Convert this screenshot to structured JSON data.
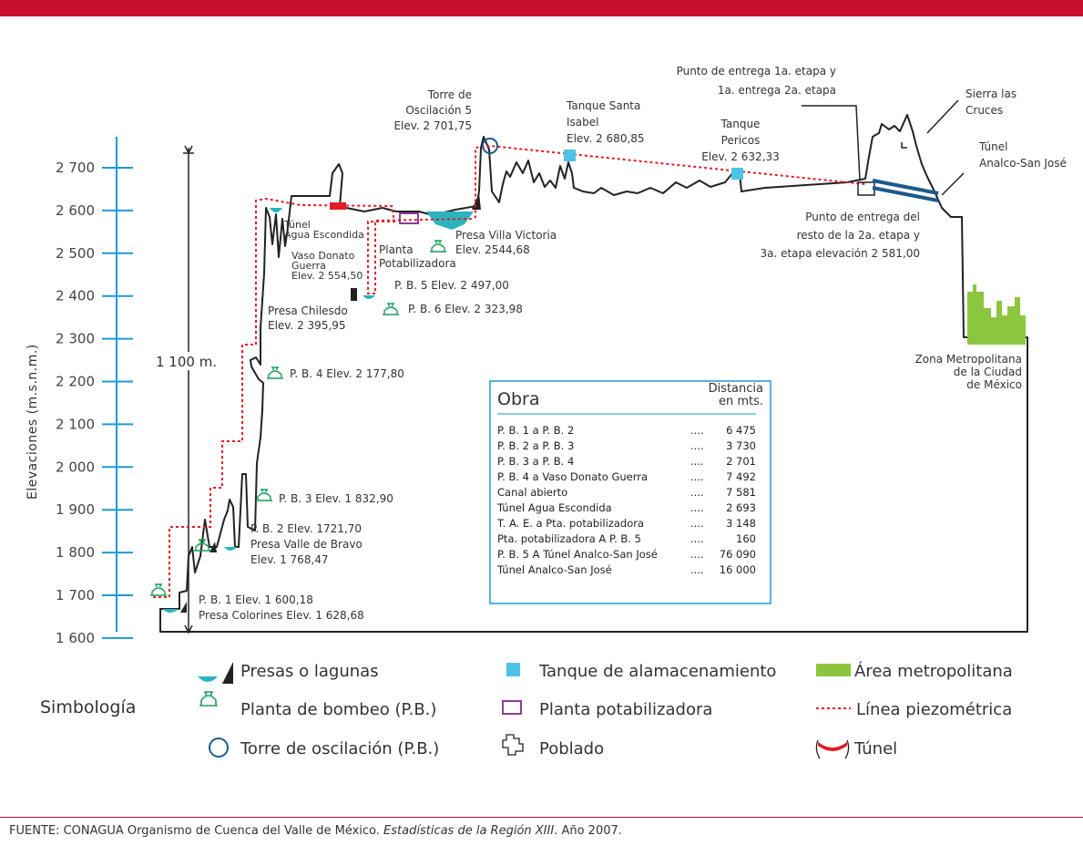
{
  "colors": {
    "accent": "#c8102e",
    "axis": "#1b9ad6",
    "tank": "#4ec3e6",
    "metro": "#8cc63f",
    "plant": "#8e3b96",
    "pump": "#1a9e5a",
    "tunnel": "#e31b23",
    "piezo": "#e31b23",
    "lagoon": "#2bb3c0",
    "tower": "#1b5a8c"
  },
  "axis": {
    "label": "Elevaciones (m.s.n.m.)",
    "ticks": [
      "2 700",
      "2 600",
      "2 500",
      "2 400",
      "2 300",
      "2 200",
      "2 100",
      "2 000",
      "1 900",
      "1 800",
      "1 700",
      "1 600"
    ],
    "span": "1 100 m."
  },
  "labels": {
    "torre": [
      "Torre de",
      "Oscilación 5",
      "Elev. 2 701,75"
    ],
    "tanque_santa": [
      "Tanque Santa",
      "Isabel",
      "Elev. 2 680,85"
    ],
    "tanque_pericos": [
      "Tanque",
      "Pericos",
      "Elev. 2 632,33"
    ],
    "punto_1": [
      "Punto de entrega 1a. etapa y",
      "1a. entrega 2a. etapa"
    ],
    "sierra": [
      "Sierra las",
      "Cruces"
    ],
    "tunel_analco": [
      "Túnel",
      "Analco-San José"
    ],
    "punto_2": [
      "Punto de entrega del",
      "resto de la 2a. etapa y",
      "3a. etapa elevación 2 581,00"
    ],
    "tunel_agua": [
      "Túnel",
      "Agua Escondida"
    ],
    "vaso": [
      "Vaso Donato",
      "Guerra",
      "Elev. 2 554,50"
    ],
    "planta": [
      "Planta",
      "Potabilizadora"
    ],
    "presa_villa": [
      "Presa Villa Victoria",
      "Elev. 2544,68"
    ],
    "pb5": "P. B. 5 Elev. 2 497,00",
    "pb6": "P. B. 6 Elev. 2 323,98",
    "chilesdo": [
      "Presa Chilesdo",
      "Elev. 2 395,95"
    ],
    "pb4": "P. B. 4 Elev. 2 177,80",
    "pb3": "P. B. 3 Elev. 1 832,90",
    "pb2": [
      "P. B. 2 Elev. 1721,70",
      "Presa Valle de Bravo",
      "Elev. 1 768,47"
    ],
    "pb1": [
      "P. B. 1 Elev. 1 600,18",
      "Presa Colorines Elev. 1 628,68"
    ],
    "zona": [
      "Zona Metropolitana",
      "de la Ciudad",
      "de México"
    ]
  },
  "table": {
    "title": "Obra",
    "col_header": [
      "Distancia",
      "en mts."
    ],
    "rows": [
      {
        "obra": "P. B. 1 a P. B. 2",
        "dots": "....",
        "dist": "6 475"
      },
      {
        "obra": "P. B. 2 a P. B. 3",
        "dots": "....",
        "dist": "3 730"
      },
      {
        "obra": "P. B. 3 a P. B. 4",
        "dots": "....",
        "dist": "2 701"
      },
      {
        "obra": "P. B. 4 a Vaso Donato Guerra",
        "dots": "....",
        "dist": "7 492"
      },
      {
        "obra": "Canal abierto",
        "dots": "....",
        "dist": "7 581"
      },
      {
        "obra": "Túnel Agua Escondida",
        "dots": "....",
        "dist": "2 693"
      },
      {
        "obra": "T. A. E. a Pta. potabilizadora",
        "dots": "....",
        "dist": "3 148"
      },
      {
        "obra": "Pta. potabilizadora A P. B. 5",
        "dots": "....",
        "dist": "160"
      },
      {
        "obra": "P. B. 5 A Túnel Analco-San José",
        "dots": "....",
        "dist": "76 090"
      },
      {
        "obra": "Túnel Analco-San José",
        "dots": "....",
        "dist": "16 000"
      }
    ]
  },
  "legend": {
    "title": "Simbología",
    "presas": "Presas o lagunas",
    "bombeo": "Planta de bombeo (P.B.)",
    "torre": "Torre de oscilación (P.B.)",
    "tanque": "Tanque de alamacenamiento",
    "planta": "Planta potabilizadora",
    "poblado": "Poblado",
    "area": "Área metropolitana",
    "linea": "Línea piezométrica",
    "tunel": "Túnel"
  },
  "source": {
    "prefix": "FUENTE: CONAGUA Organismo de Cuenca del Valle de México. ",
    "title": "Estadísticas de la Región XIII",
    "suffix": ". Año 2007."
  }
}
